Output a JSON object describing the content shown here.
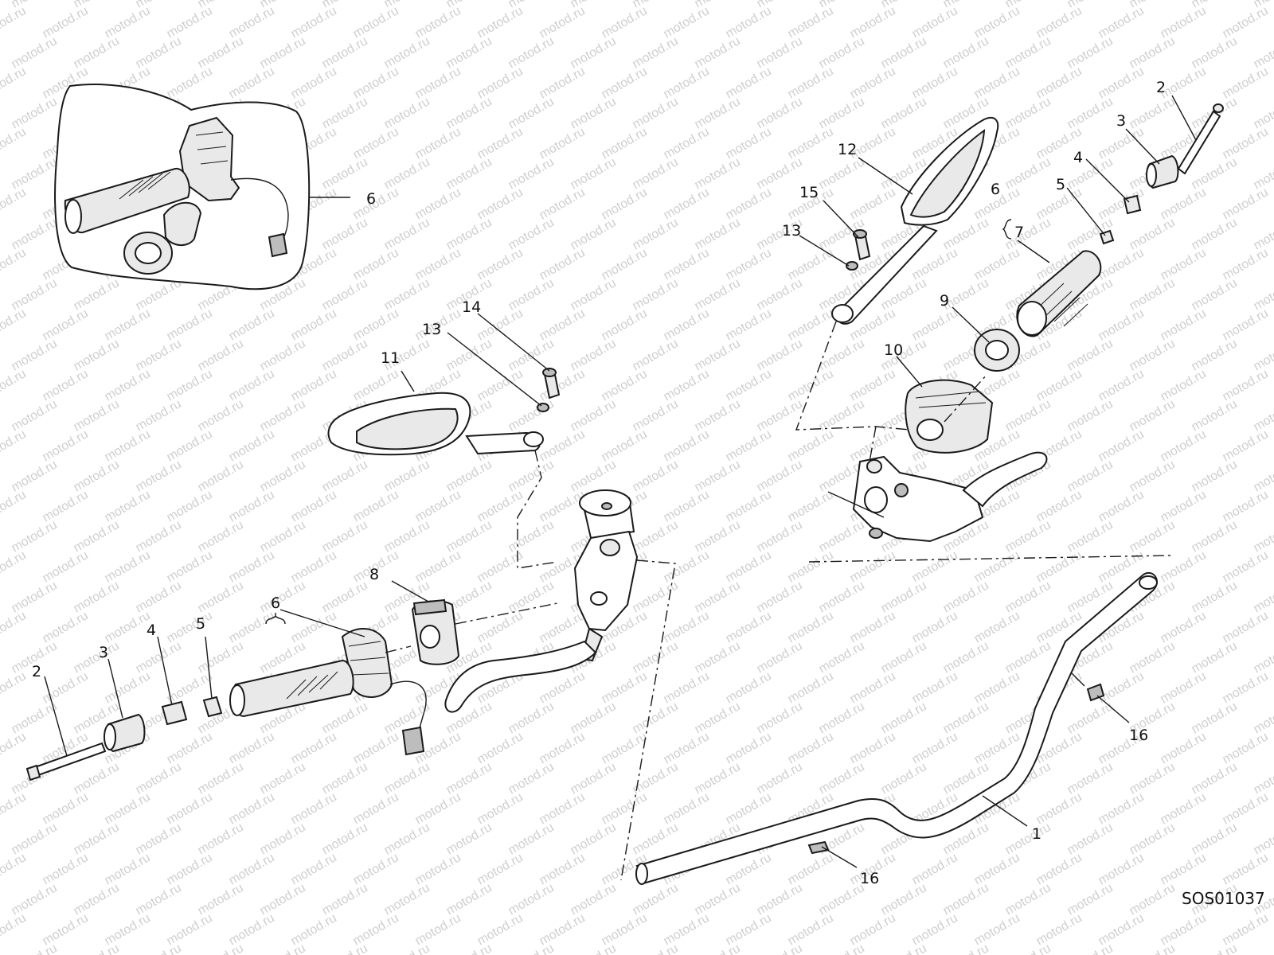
{
  "watermark": {
    "text": "motod.ru",
    "color": "#cfcfcf"
  },
  "diagram_code": "SOS01037",
  "callouts": [
    {
      "key": "c-left-2",
      "text": "2"
    },
    {
      "key": "c-left-3",
      "text": "3"
    },
    {
      "key": "c-left-4",
      "text": "4"
    },
    {
      "key": "c-left-5",
      "text": "5"
    },
    {
      "key": "c-left-6",
      "text": "6"
    },
    {
      "key": "c-left-8",
      "text": "8"
    },
    {
      "key": "c-mirror-11",
      "text": "11"
    },
    {
      "key": "c-mirror-13",
      "text": "13"
    },
    {
      "key": "c-mirror-14",
      "text": "14"
    },
    {
      "key": "c-inset-6",
      "text": "6"
    },
    {
      "key": "c-right-12",
      "text": "12"
    },
    {
      "key": "c-right-15",
      "text": "15"
    },
    {
      "key": "c-right-13",
      "text": "13"
    },
    {
      "key": "c-right-2",
      "text": "2"
    },
    {
      "key": "c-right-3",
      "text": "3"
    },
    {
      "key": "c-right-4",
      "text": "4"
    },
    {
      "key": "c-right-5",
      "text": "5"
    },
    {
      "key": "c-right-6",
      "text": "6"
    },
    {
      "key": "c-right-7",
      "text": "7"
    },
    {
      "key": "c-right-9",
      "text": "9"
    },
    {
      "key": "c-right-10",
      "text": "10"
    },
    {
      "key": "c-bar-1",
      "text": "1"
    },
    {
      "key": "c-bar-16a",
      "text": "16"
    },
    {
      "key": "c-bar-16b",
      "text": "16"
    }
  ]
}
